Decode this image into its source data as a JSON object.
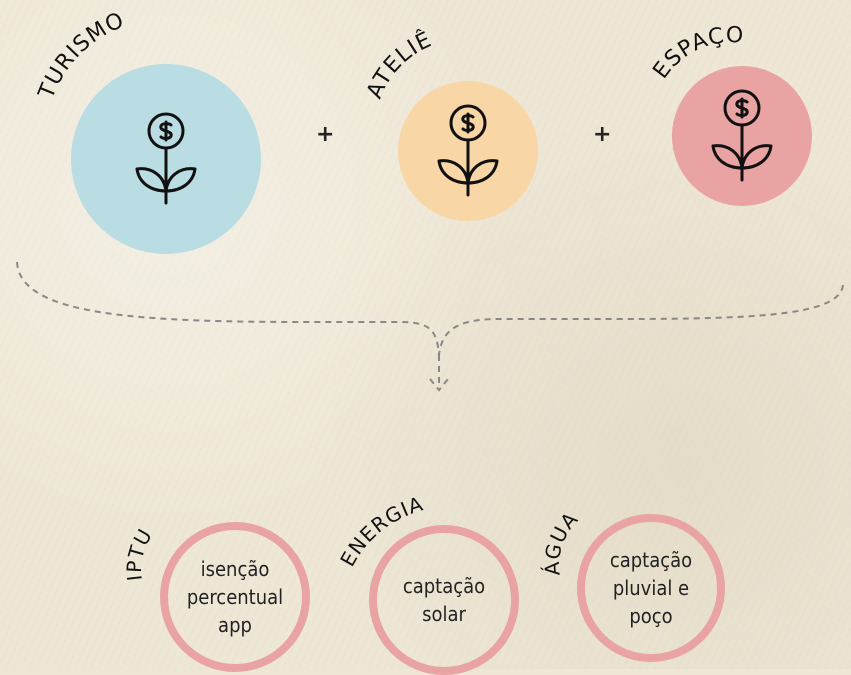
{
  "sources": [
    {
      "label": "TURISMO",
      "icon": "money-plant-icon",
      "color": "#b9dde3"
    },
    {
      "label": "ATELIÊ",
      "icon": "money-plant-icon",
      "color": "#f8d6a6"
    },
    {
      "label": "ESPAÇO",
      "icon": "money-plant-icon",
      "color": "#e8a3a2"
    }
  ],
  "operator": "+",
  "outcomes": [
    {
      "label": "IPTU",
      "lines": [
        "isenção",
        "percentual",
        "app"
      ]
    },
    {
      "label": "ENERGIA",
      "lines": [
        "captação",
        "solar"
      ]
    },
    {
      "label": "ÁGUA",
      "lines": [
        "captação",
        "pluvial e",
        "poço"
      ]
    }
  ],
  "colors": {
    "ring": "#e8a3a2",
    "connector": "#888888",
    "background": "#eee7d6"
  }
}
